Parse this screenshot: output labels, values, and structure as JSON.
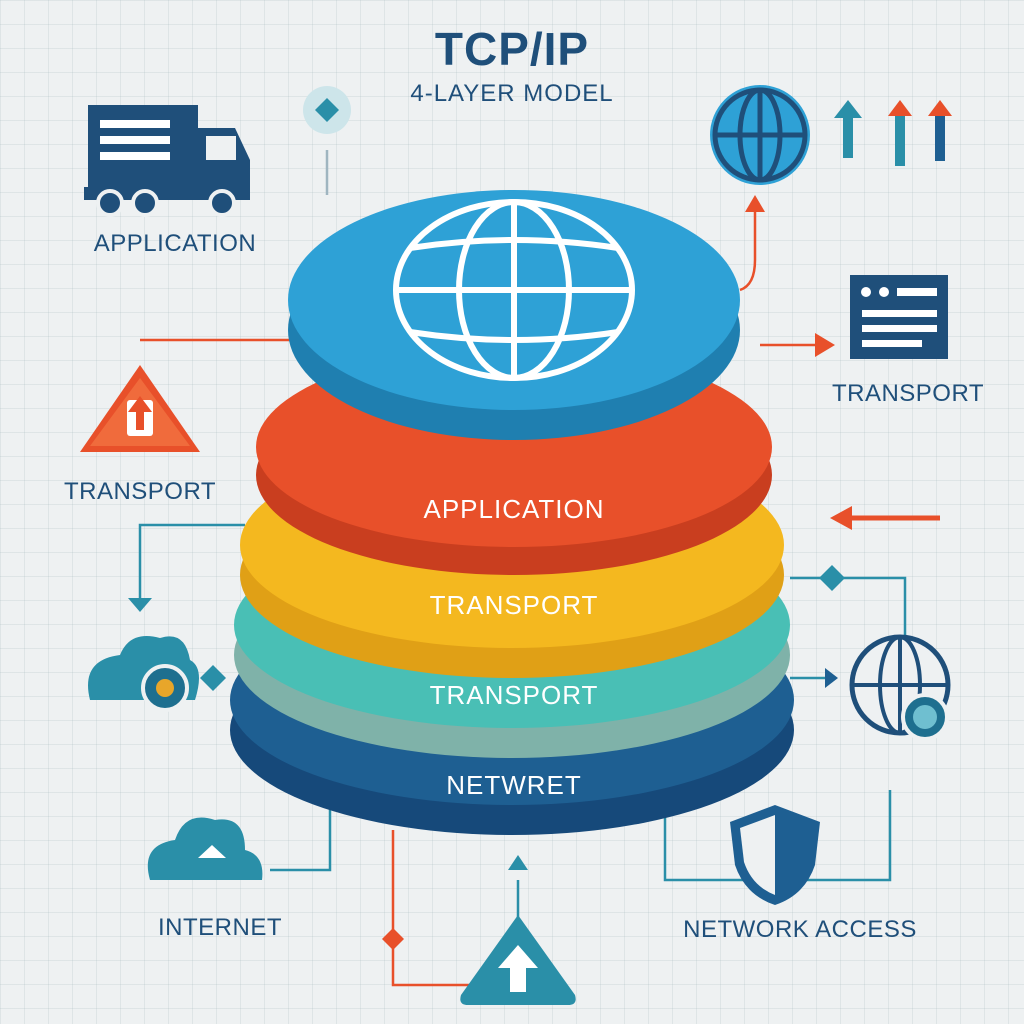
{
  "header": {
    "title": "TCP/IP",
    "subtitle": "4-LAYER MODEL"
  },
  "stack": {
    "layers": [
      {
        "label": "APPLICATION",
        "color": "#e8502a"
      },
      {
        "label": "TRANSPORT",
        "color": "#f4b81f"
      },
      {
        "label": "TRANSPORT",
        "color": "#49bfb5"
      },
      {
        "label": "NETWRET",
        "color": "#1e5f92"
      }
    ],
    "top_disc_color": "#2ea1d6",
    "top_icon": "globe-icon"
  },
  "side_labels": {
    "application": "APPLICATION",
    "transport_left": "TRANSPORT",
    "transport_right": "TRANSPORT",
    "internet": "INTERNET",
    "network_access": "NETWORK ACCESS"
  },
  "icons": {
    "truck": "truck-icon",
    "warning": "warning-icon",
    "cloud_gear": "cloud-gear-icon",
    "cloud": "cloud-icon",
    "globe": "globe-icon",
    "server": "server-icon",
    "shield": "shield-icon",
    "up_arrow_triangle": "up-arrow-triangle-icon"
  },
  "colors": {
    "navy": "#1f4f7a",
    "teal": "#2a8fa8",
    "orange": "#e8502a",
    "yellow": "#f4b81f",
    "aqua": "#49bfb5"
  }
}
